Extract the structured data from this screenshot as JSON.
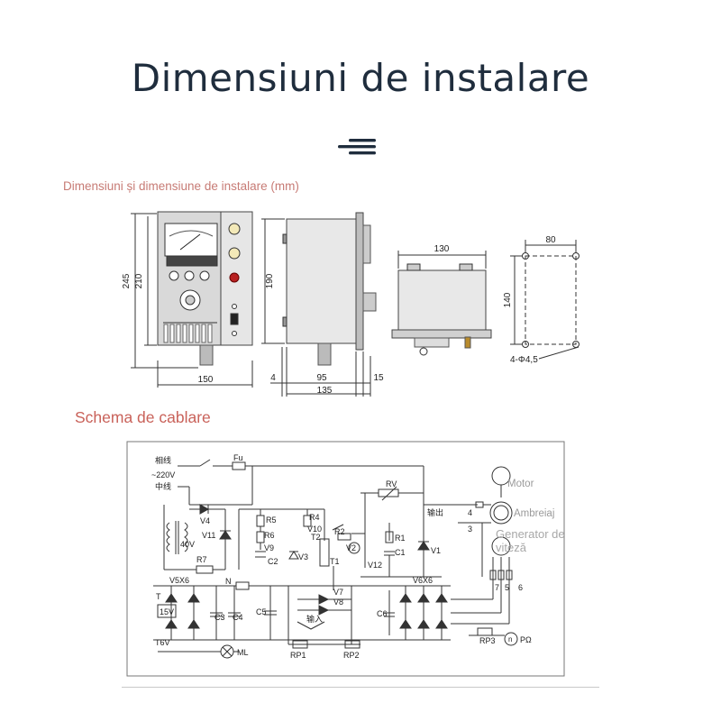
{
  "header": {
    "title": "Dimensiuni de instalare"
  },
  "dimensions": {
    "caption": "Dimensiuni și dimensiune de instalare (mm)",
    "front_view": {
      "height_outer": "245",
      "height_inner": "210",
      "width": "150"
    },
    "side_view": {
      "height": "190",
      "left_offset": "4",
      "depth": "95",
      "right_offset": "15",
      "total": "135"
    },
    "top_view": {
      "width": "130"
    },
    "mounting": {
      "width": "80",
      "height": "140",
      "holes": "4-Φ4,5"
    }
  },
  "wiring": {
    "caption": "Schema de cablare",
    "labels": {
      "phase": "相线",
      "voltage": "~220V",
      "neutral": "中线",
      "fuse": "Fu",
      "rv": "RV",
      "output": "输出",
      "input": "输入",
      "motor": "Motor",
      "clutch": "Ambreiaj",
      "generator": "Generator de viteză",
      "v4": "V4",
      "v11": "V11",
      "v40": "40V",
      "r7": "R7",
      "r5": "R5",
      "r4": "R4",
      "r6": "R6",
      "v10": "V10",
      "t2": "T2",
      "v9": "V9",
      "c2": "C2",
      "v3": "V3",
      "r2": "R2",
      "v2": "V2",
      "r1": "R1",
      "c1": "C1",
      "t1": "T1",
      "v12": "V12",
      "v1": "V1",
      "v5x6": "V5X6",
      "n": "N",
      "t": "T",
      "v15": "15V",
      "c3": "C3",
      "c4": "C4",
      "c5": "C5",
      "v7": "V7",
      "v8": "V8",
      "c6": "C6",
      "v6x6": "V6X6",
      "rp3": "RP3",
      "rp1": "RP1",
      "rp2": "RP2",
      "t6v": "T6V",
      "ml": "ML",
      "pomega": "PΩ",
      "n_circle": "n",
      "t4": "4",
      "t3": "3",
      "t7": "7",
      "t5": "5",
      "t6": "6"
    }
  }
}
